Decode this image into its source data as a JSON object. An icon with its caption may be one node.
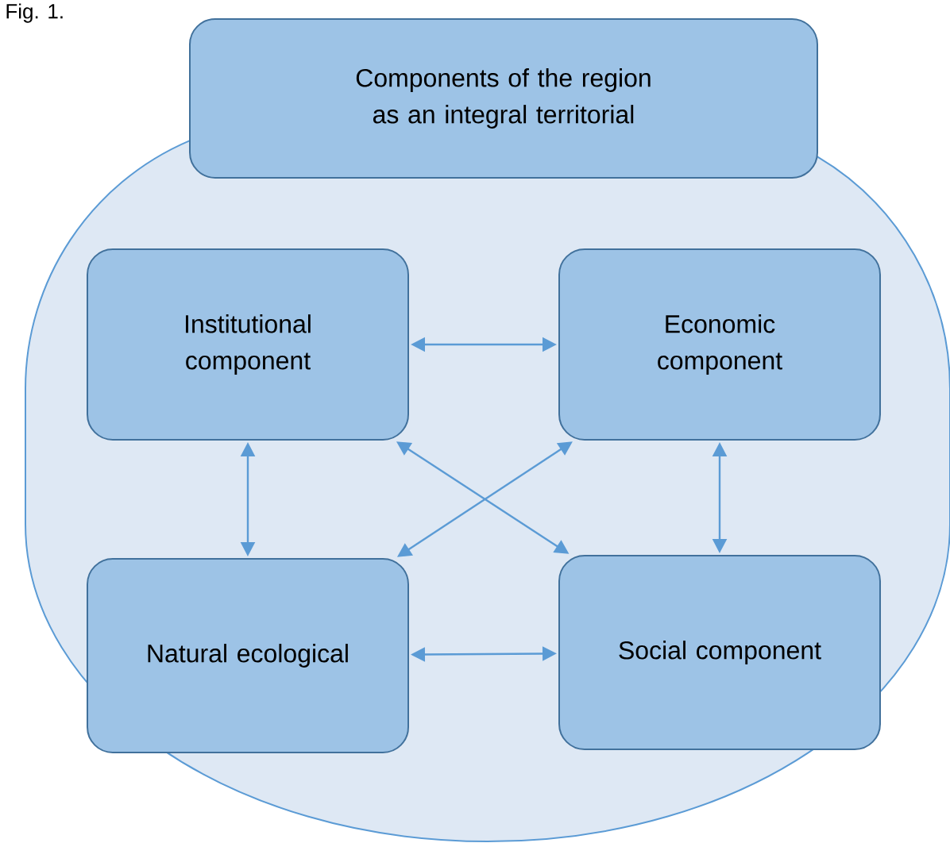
{
  "diagram": {
    "nodes": [
      {
        "text": [],
        "shape": "box"
      },
      {
        "text": [
          "Components of the region as an integral territorial"
        ]
      },
      {
        "text": [
          "Institutional component"
        ],
        "in": 0
      },
      {
        "text": [
          "Economic component"
        ],
        "in": 0
      },
      {
        "text": [
          "Natural ecological"
        ],
        "in": 0
      },
      {
        "text": [
          "Social component"
        ],
        "in": 0
      }
    ],
    "edges": [
      {
        "from": 2,
        "to": 3,
        "arrow": "both"
      },
      {
        "from": 2,
        "to": 4,
        "arrow": "both"
      },
      {
        "from": 3,
        "to": 5,
        "arrow": "both"
      },
      {
        "from": 2,
        "to": 5,
        "arrow": "both"
      },
      {
        "from": 3,
        "to": 4,
        "arrow": "both"
      },
      {
        "from": 4,
        "to": 5,
        "arrow": "both"
      }
    ],
    "labels": [
      "Fig. 1."
    ]
  }
}
